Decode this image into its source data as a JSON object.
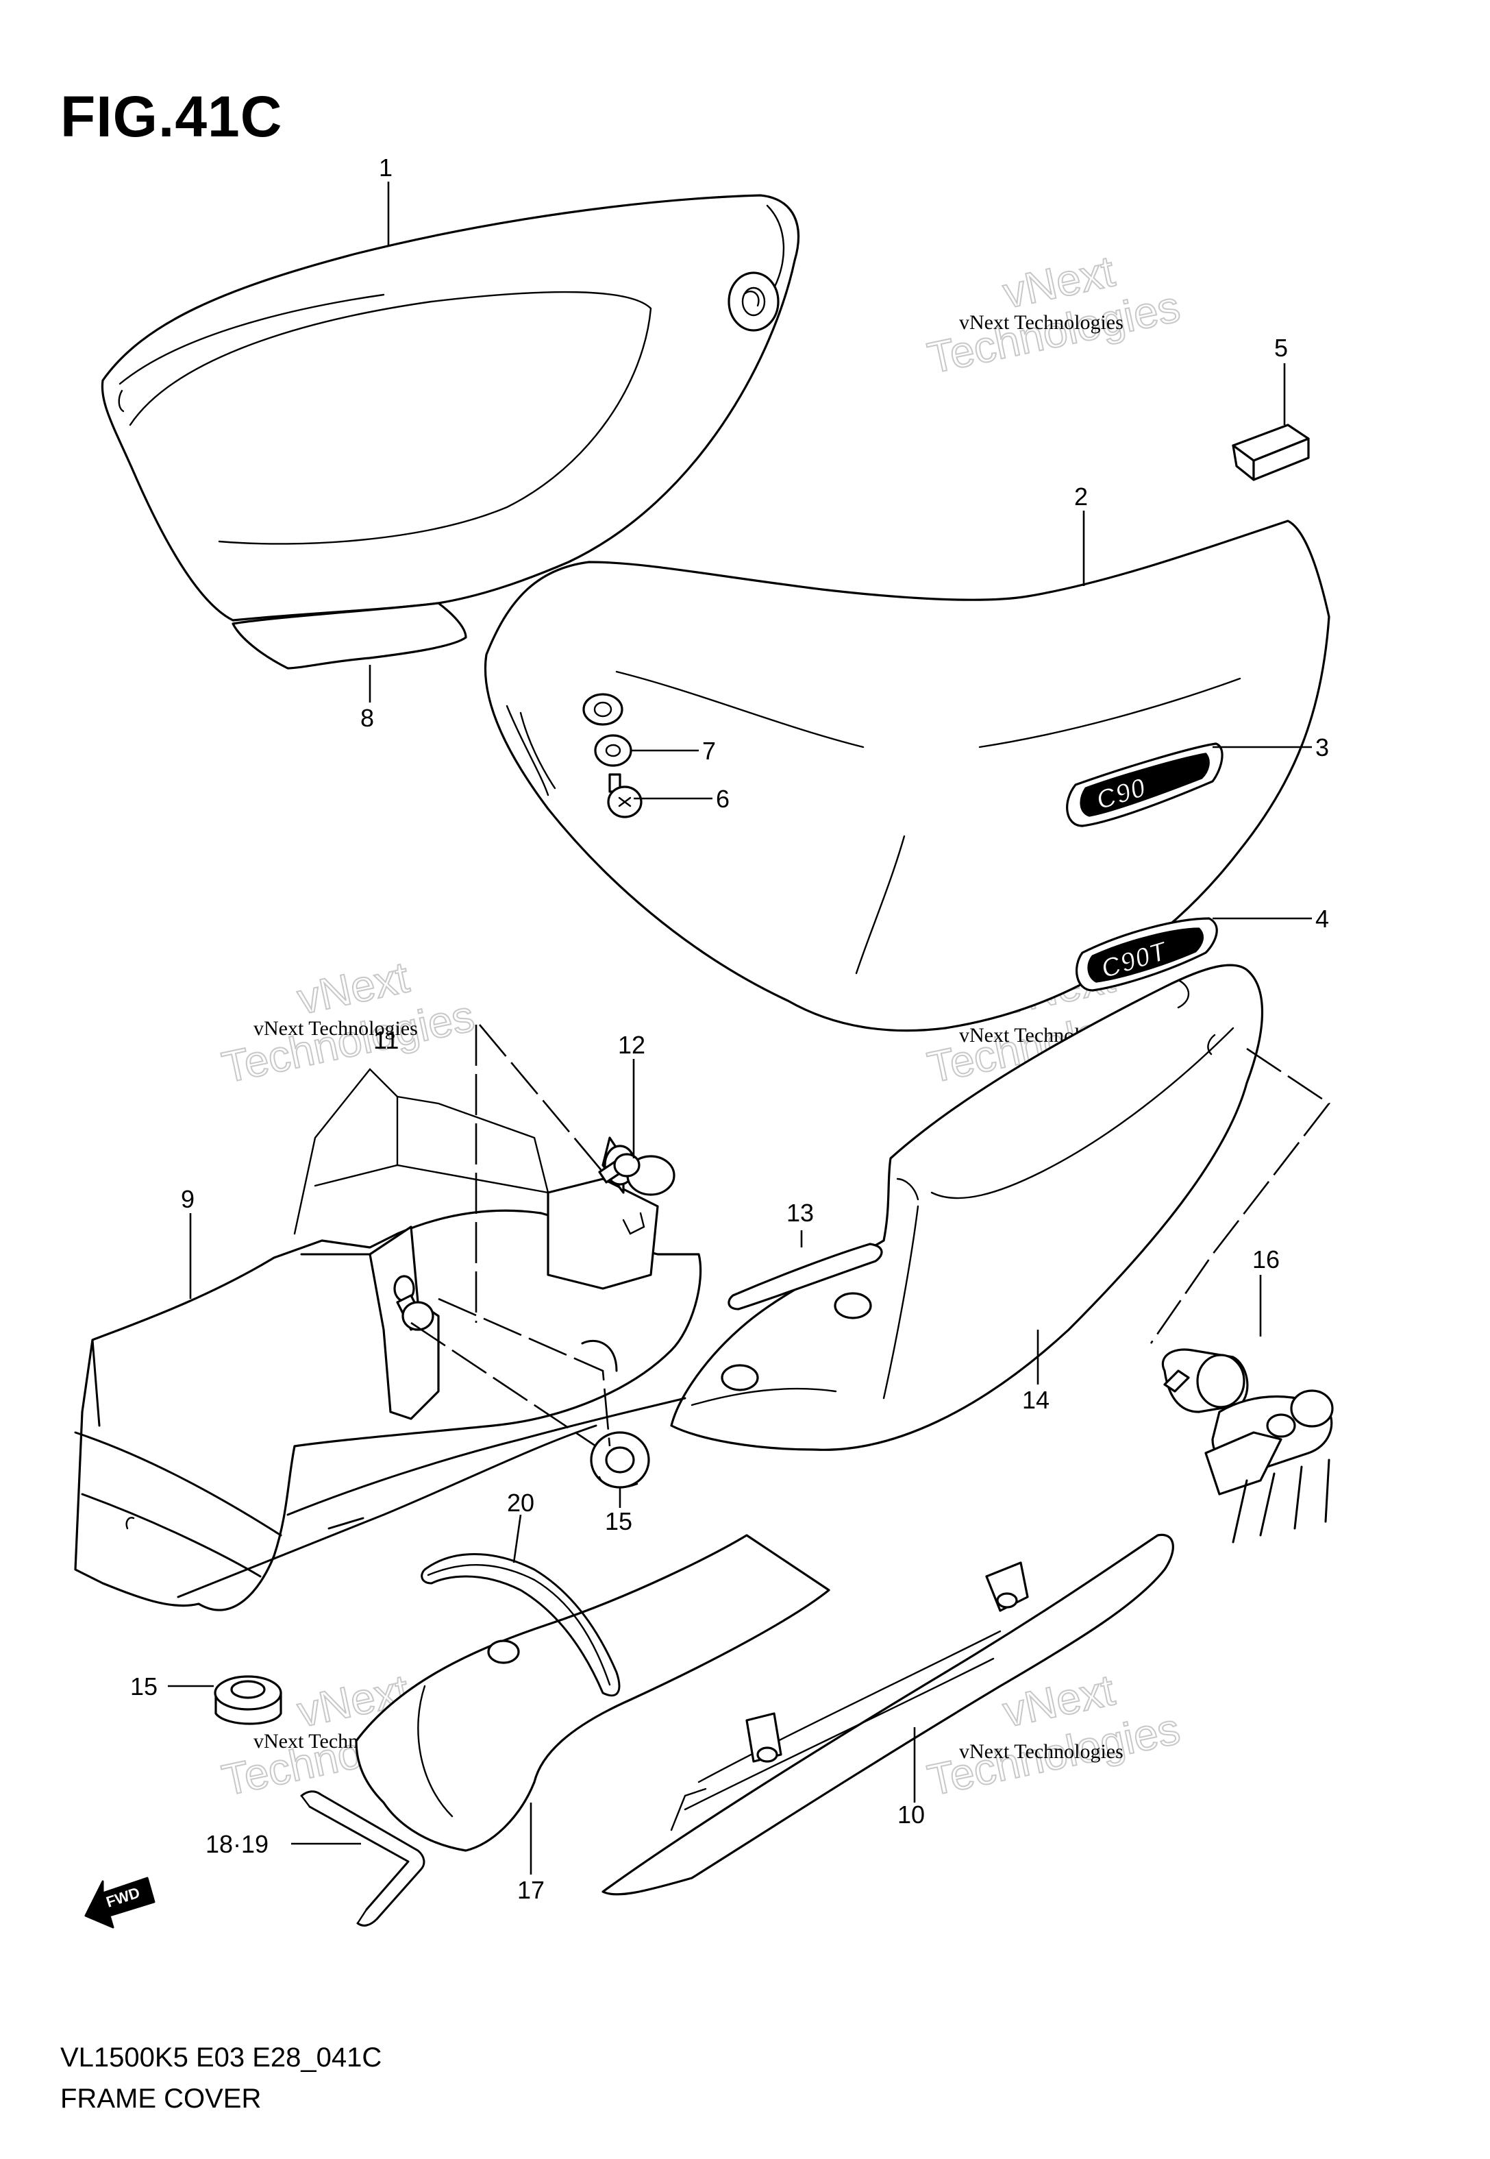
{
  "figure": {
    "title": "FIG.41C",
    "code": "VL1500K5 E03 E28_041C",
    "name": "FRAME COVER"
  },
  "callouts": [
    {
      "id": "1",
      "label": "1"
    },
    {
      "id": "2",
      "label": "2"
    },
    {
      "id": "3",
      "label": "3"
    },
    {
      "id": "4",
      "label": "4"
    },
    {
      "id": "5",
      "label": "5"
    },
    {
      "id": "6",
      "label": "6"
    },
    {
      "id": "7",
      "label": "7"
    },
    {
      "id": "8",
      "label": "8"
    },
    {
      "id": "9",
      "label": "9"
    },
    {
      "id": "10",
      "label": "10"
    },
    {
      "id": "11",
      "label": "11"
    },
    {
      "id": "12",
      "label": "12"
    },
    {
      "id": "13",
      "label": "13"
    },
    {
      "id": "14",
      "label": "14"
    },
    {
      "id": "15a",
      "label": "15"
    },
    {
      "id": "15b",
      "label": "15"
    },
    {
      "id": "16",
      "label": "16"
    },
    {
      "id": "17",
      "label": "17"
    },
    {
      "id": "1819",
      "label": "18·19"
    },
    {
      "id": "20",
      "label": "20"
    }
  ],
  "emblems": {
    "emblem_3": "C90",
    "emblem_4": "C90T"
  },
  "fwd_arrow": "FWD",
  "watermark": {
    "brand": "vNext",
    "line1": "vNext Technologies",
    "line2": "Technologies"
  }
}
